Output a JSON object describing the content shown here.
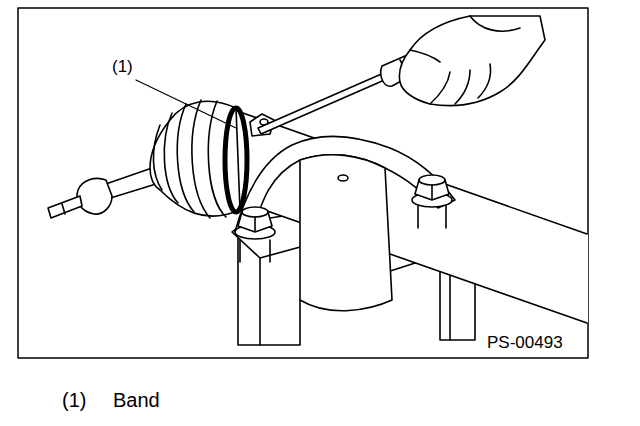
{
  "diagram": {
    "labels": [
      "(1)",
      "PS-00493",
      "(1)",
      "Band"
    ]
  }
}
